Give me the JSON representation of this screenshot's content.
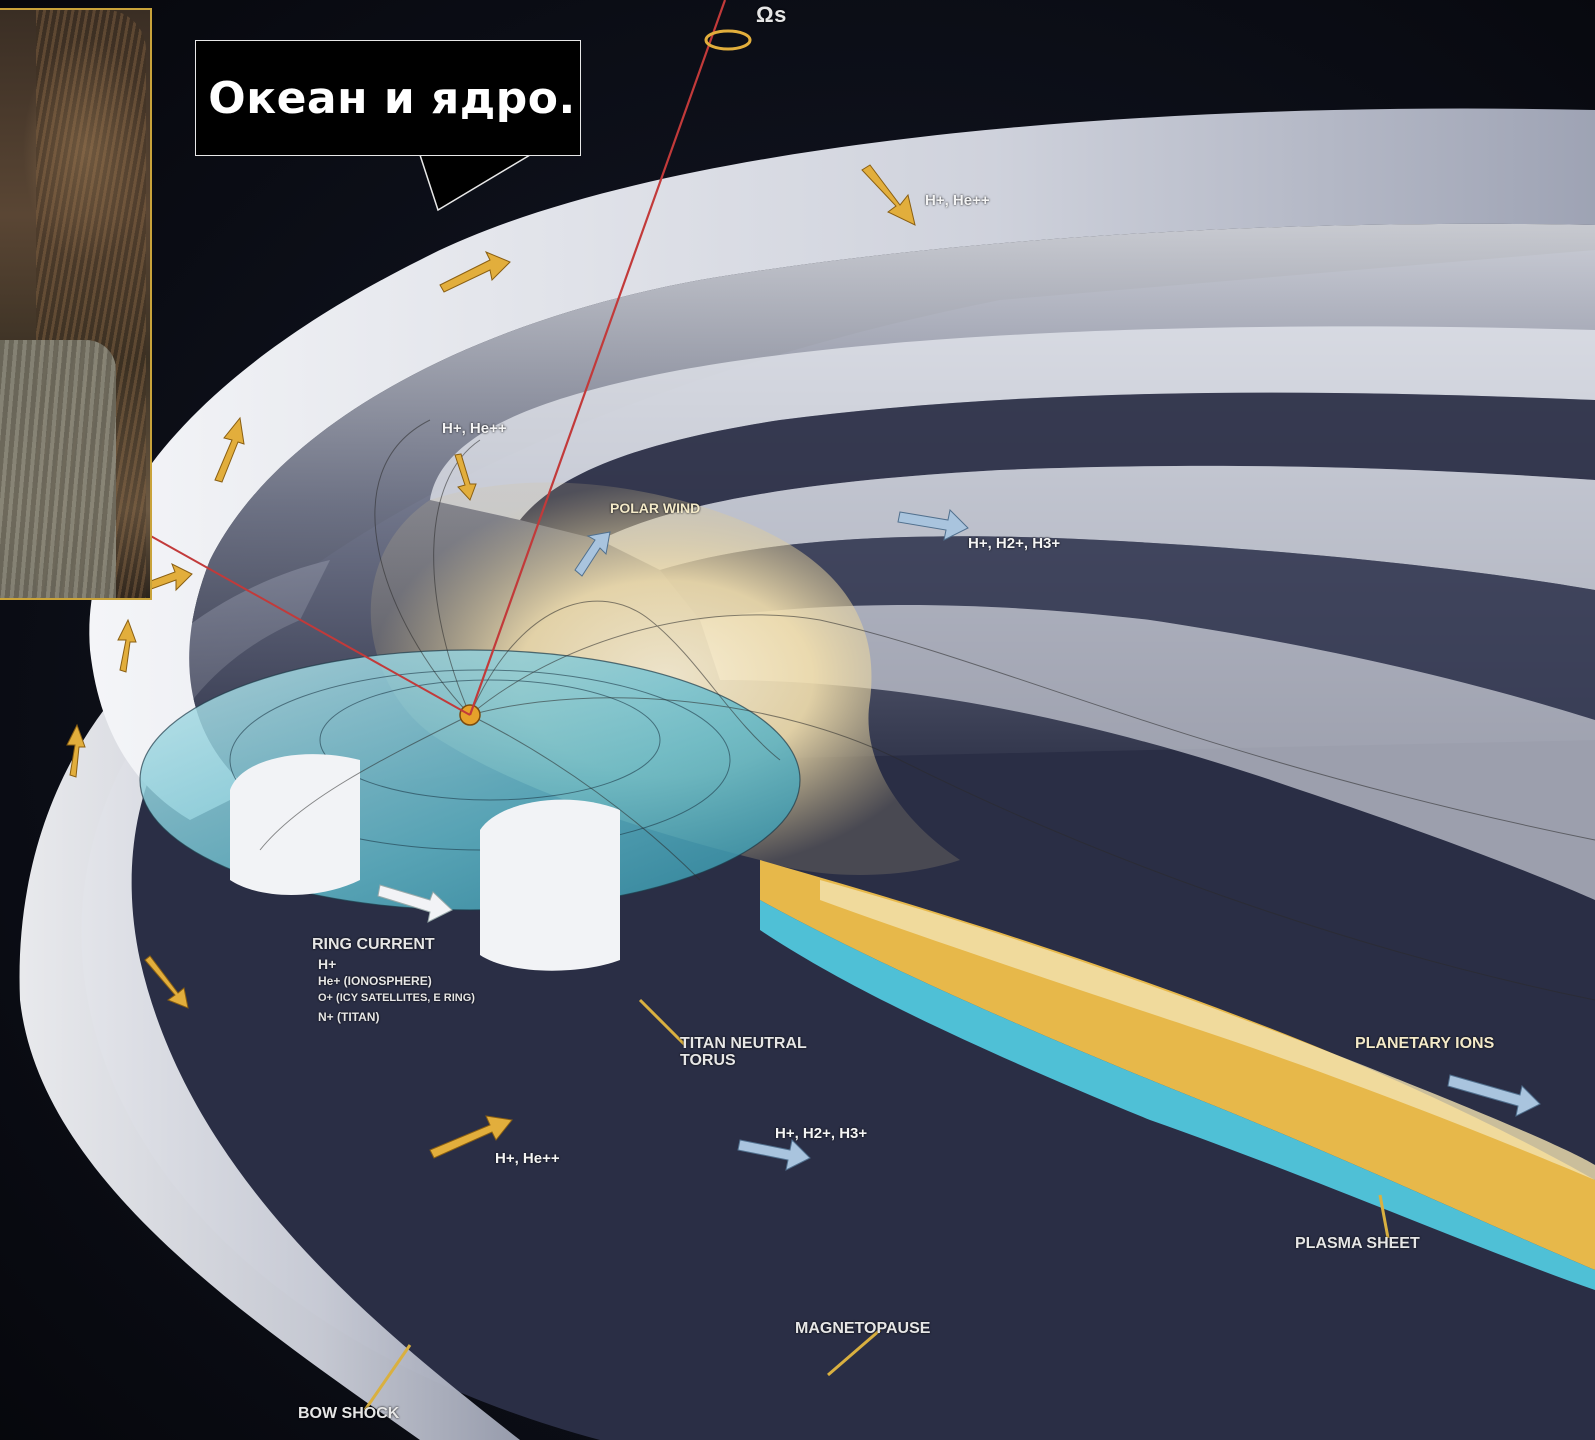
{
  "callout": {
    "text": "Океан и ядро."
  },
  "spin_axis_label": "Ωs",
  "labels": {
    "bow_shock": "BOW SHOCK",
    "magnetopause": "MAGNETOPAUSE",
    "plasma_sheet": "PLASMA SHEET",
    "titan_neutral_torus_line1": "TITAN NEUTRAL",
    "titan_neutral_torus_line2": "TORUS",
    "ring_current": "RING CURRENT",
    "ring_current_h": "H+",
    "ring_current_he": "He+ (IONOSPHERE)",
    "ring_current_o": "O+ (ICY SATELLITES, E RING)",
    "ring_current_n": "N+ (TITAN)",
    "planetary_ions": "PLANETARY IONS",
    "polar_wind": "POLAR WIND"
  },
  "ion_labels": {
    "solar_wind_top": "H+, He++",
    "solar_wind_bottom": "H+, He++",
    "cusp": "H+, He++",
    "lobe_flow_top": "H+, H2+, H3+",
    "lobe_flow_bottom": "H+, H2+, H3+"
  },
  "colors": {
    "space": "#06070c",
    "shock_shell": "#d9dbe3",
    "magnetosphere": "#b8bccb",
    "plasma_yellow": "#e7b84a",
    "plasma_cyan": "#4fc0d6",
    "torus_cyan": "#7fc9d1",
    "solar_wind_arrow": "#e2ae3c",
    "flow_arrow": "#a9c4de",
    "axis_red": "#c23a3a",
    "callout_border": "#e8e8e8",
    "photo_border": "#c9a33a"
  }
}
